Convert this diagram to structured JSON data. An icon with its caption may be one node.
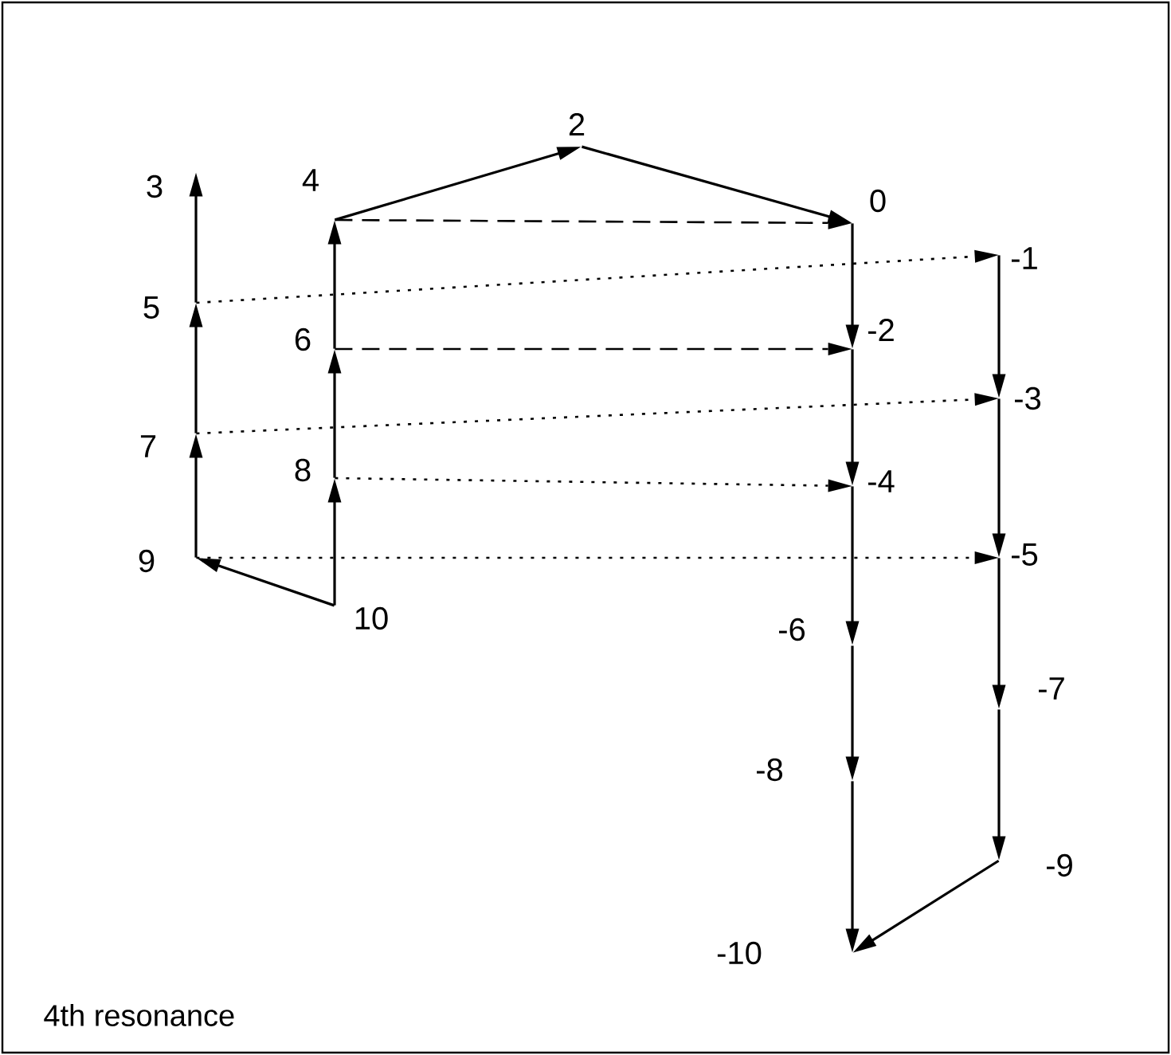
{
  "diagram": {
    "nodes": [
      {
        "text": [
          "2"
        ]
      },
      {
        "text": [
          "3"
        ]
      },
      {
        "text": [
          "4"
        ]
      },
      {
        "text": [
          "0"
        ]
      },
      {
        "text": [
          "-1"
        ]
      },
      {
        "text": [
          "5"
        ]
      },
      {
        "text": [
          "6"
        ]
      },
      {
        "text": [
          "-2"
        ]
      },
      {
        "text": [
          "-3"
        ]
      },
      {
        "text": [
          "7"
        ]
      },
      {
        "text": [
          "8"
        ]
      },
      {
        "text": [
          "-4"
        ]
      },
      {
        "text": [
          "9"
        ]
      },
      {
        "text": [
          "-5"
        ]
      },
      {
        "text": [
          "10"
        ]
      },
      {
        "text": [
          "-6"
        ]
      },
      {
        "text": [
          "-7"
        ]
      },
      {
        "text": [
          "-8"
        ]
      },
      {
        "text": [
          "-9"
        ]
      },
      {
        "text": [
          "-10"
        ]
      }
    ],
    "edges": [
      {
        "from": 2,
        "to": 0,
        "arrow": "to"
      },
      {
        "from": 0,
        "to": 3,
        "arrow": "to"
      },
      {
        "from": 2,
        "to": 3,
        "arrow": "to",
        "style": "dashed"
      },
      {
        "from": 3,
        "to": 7,
        "arrow": "to"
      },
      {
        "from": 7,
        "to": 11,
        "arrow": "to"
      },
      {
        "from": 11,
        "to": 15,
        "arrow": "to"
      },
      {
        "from": 15,
        "to": 17,
        "arrow": "to"
      },
      {
        "from": 17,
        "to": 19,
        "arrow": "to"
      },
      {
        "from": 5,
        "to": 4,
        "arrow": "to",
        "style": "dashed"
      },
      {
        "from": 6,
        "to": 7,
        "arrow": "to",
        "style": "dashed"
      },
      {
        "from": 9,
        "to": 8,
        "arrow": "to",
        "style": "dashed"
      },
      {
        "from": 10,
        "to": 11,
        "arrow": "to",
        "style": "dashed"
      },
      {
        "from": 12,
        "to": 13,
        "arrow": "to",
        "style": "dashed"
      },
      {
        "from": 4,
        "to": 8,
        "arrow": "to"
      },
      {
        "from": 8,
        "to": 13,
        "arrow": "to"
      },
      {
        "from": 13,
        "to": 16,
        "arrow": "to"
      },
      {
        "from": 16,
        "to": 18,
        "arrow": "to"
      },
      {
        "from": 18,
        "to": 19,
        "arrow": "to"
      },
      {
        "from": 14,
        "to": 12,
        "arrow": "to"
      },
      {
        "from": 14,
        "to": 10,
        "arrow": "to"
      },
      {
        "from": 10,
        "to": 6,
        "arrow": "to"
      },
      {
        "from": 6,
        "to": 2,
        "arrow": "to"
      },
      {
        "from": 12,
        "to": 9,
        "arrow": "to"
      },
      {
        "from": 9,
        "to": 5,
        "arrow": "to"
      },
      {
        "from": 5,
        "to": 1,
        "arrow": "to"
      }
    ],
    "labels": [
      "4th resonance"
    ]
  }
}
